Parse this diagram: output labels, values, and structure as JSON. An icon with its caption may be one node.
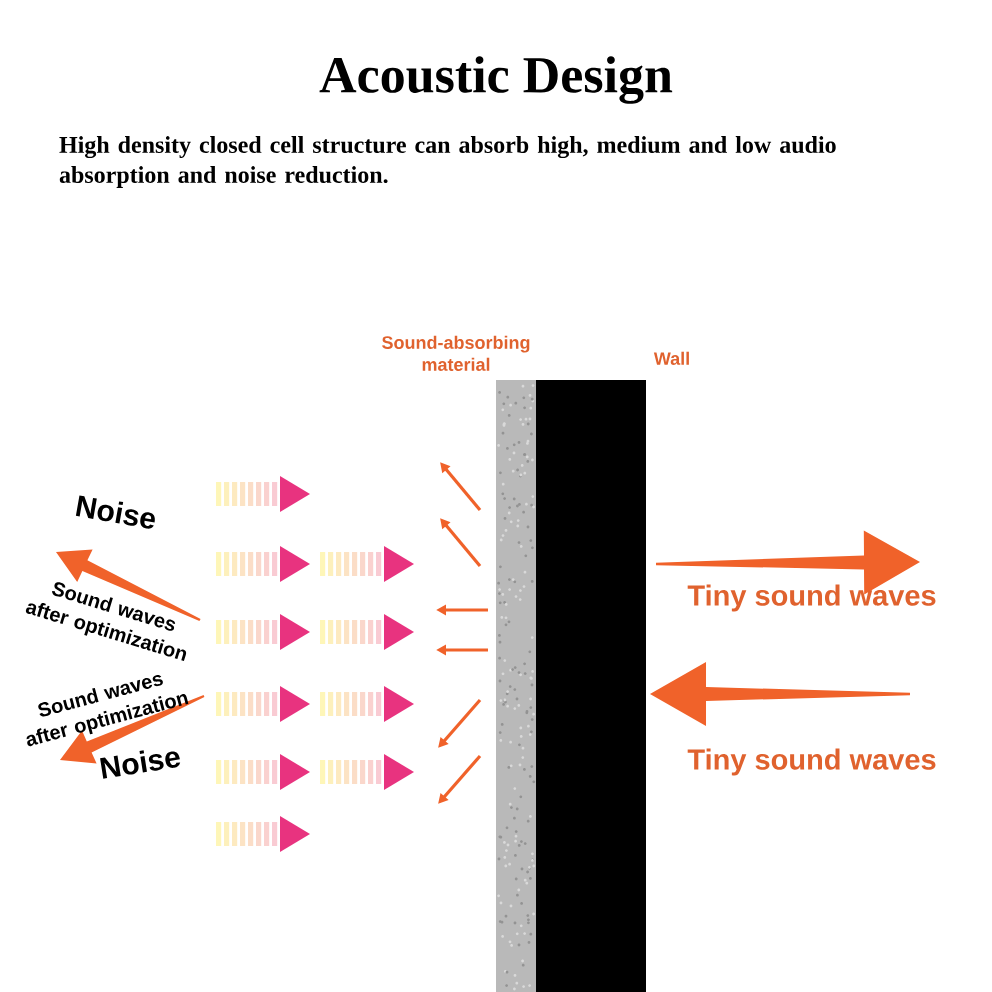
{
  "diagram": {
    "title": "Acoustic Design",
    "nodes": [
      {
        "text": [
          "Sound-absorbing material"
        ]
      },
      {
        "text": [
          "Wall"
        ]
      }
    ],
    "labels": [
      "High density closed cell structure can absorb high, medium and low audio absorption and noise reduction.",
      "Noise",
      "Sound waves after optimization",
      "Sound waves after optimization",
      "Noise",
      "Tiny sound waves",
      "Tiny sound waves"
    ]
  }
}
